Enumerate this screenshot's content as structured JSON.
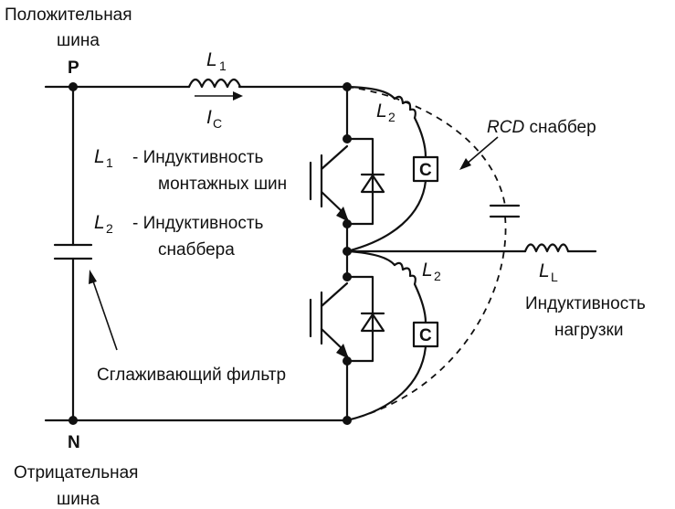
{
  "labels": {
    "positive_bus": [
      "Положительная",
      "шина"
    ],
    "negative_bus": [
      "Отрицательная",
      "шина"
    ],
    "node_p": "P",
    "node_n": "N",
    "l1": "L",
    "l1_sub": "1",
    "ic": "I",
    "ic_sub": "C",
    "l2_top": "L",
    "l2_top_sub": "2",
    "l2_bottom": "L",
    "l2_bottom_sub": "2",
    "ll": "L",
    "ll_sub": "L",
    "rcd": "RCD",
    "rcd_rest": " снаббер",
    "legend_l1_sym": "L",
    "legend_l1_sub": "1",
    "legend_l1_text": [
      "- Индуктивность",
      "монтажных шин"
    ],
    "legend_l2_sym": "L",
    "legend_l2_sub": "2",
    "legend_l2_text": [
      "- Индуктивность",
      "снаббера"
    ],
    "load_text": [
      "Индуктивность",
      "нагрузки"
    ],
    "filter_text": "Сглаживающий фильтр",
    "c_box_top": "C",
    "c_box_bottom": "C"
  }
}
